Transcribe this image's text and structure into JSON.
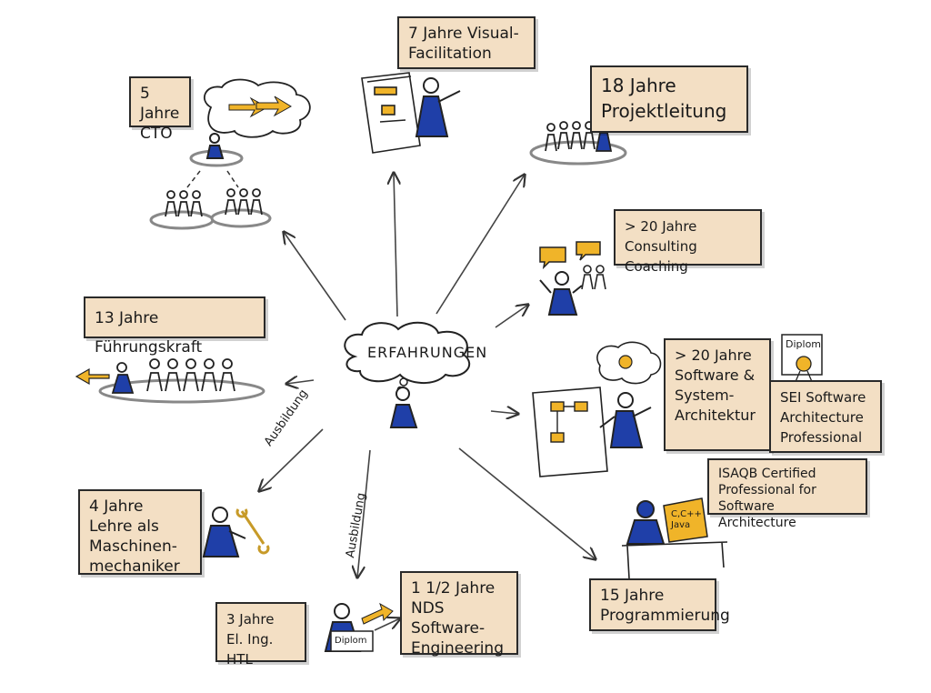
{
  "center": {
    "label": "ERFAHRUNGEN"
  },
  "notes": {
    "cto": "5 Jahre\nCTO",
    "visual": "7 Jahre Visual-\nFacilitation",
    "projekt": "18 Jahre\nProjektleitung",
    "consulting": "> 20 Jahre Consulting\nCoaching",
    "fuehrung": "13 Jahre Führungskraft",
    "software": "> 20 Jahre\nSoftware &\nSystem-\nArchitektur",
    "sei": "SEI Software\nArchitecture\nProfessional",
    "isaqb": "ISAQB Certified\nProfessional for Software\nArchitecture",
    "lehre": "4 Jahre Lehre als\nMaschinen-\nmechaniker",
    "htl": "3 Jahre\nEl. Ing. HTL",
    "nds": "1 1/2 Jahre\nNDS Software-\nEngineering",
    "programmierung": "15 Jahre\nProgrammierung"
  },
  "arrow_labels": {
    "ausbildung_left": "Ausbildung",
    "ausbildung_bottom": "Ausbildung"
  },
  "tags": {
    "diplom_top": "Diplom",
    "diplom_bottom": "Diplom",
    "code": "C,C++\nJava"
  },
  "colors": {
    "accent": "#f0b429",
    "figure": "#1f3fa8",
    "note": "#f3dfc4"
  }
}
